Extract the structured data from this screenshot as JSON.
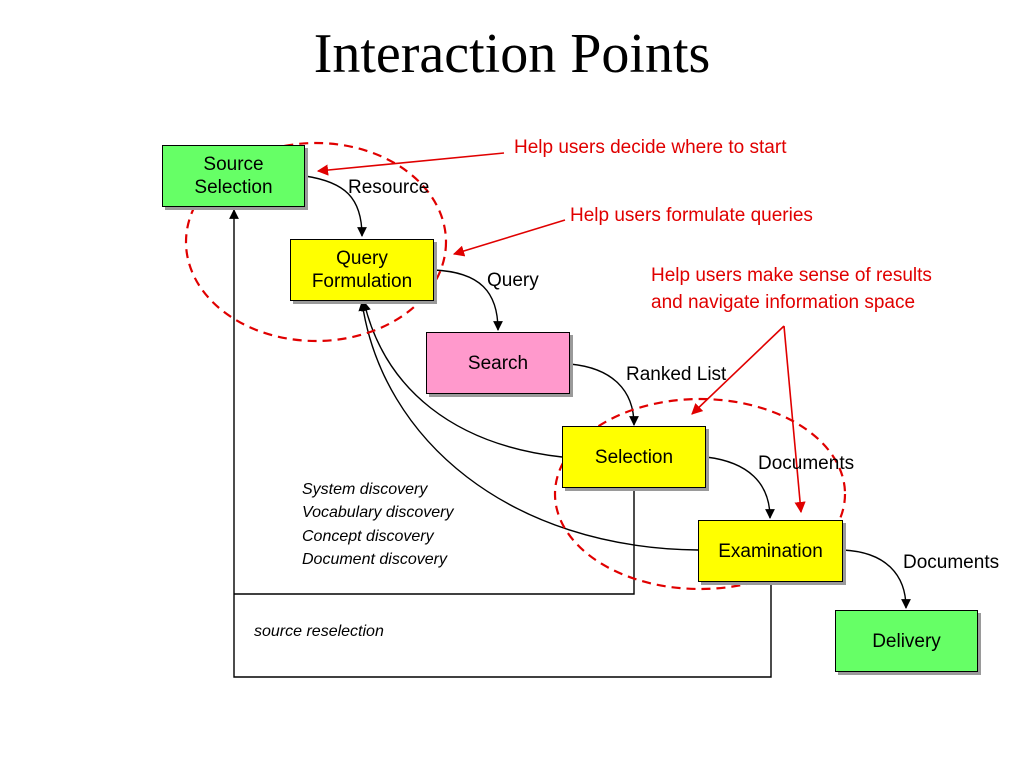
{
  "title": "Interaction Points",
  "boxes": {
    "source_selection": "Source\nSelection",
    "query_formulation": "Query\nFormulation",
    "search": "Search",
    "selection": "Selection",
    "examination": "Examination",
    "delivery": "Delivery"
  },
  "edge_labels": {
    "resource": "Resource",
    "query": "Query",
    "ranked_list": "Ranked List",
    "documents_1": "Documents",
    "documents_2": "Documents",
    "source_reselection": "source reselection"
  },
  "discovery": [
    "System discovery",
    "Vocabulary discovery",
    "Concept discovery",
    "Document discovery"
  ],
  "annotations": {
    "where_to_start": "Help users decide where to start",
    "formulate_queries": "Help users formulate queries",
    "make_sense_line1": "Help users make sense of results",
    "make_sense_line2": "and navigate information space"
  },
  "colors": {
    "start_box": "#66ff66",
    "process_box": "#ffff00",
    "search_box": "#ff99cc",
    "annotation": "#e00000"
  }
}
